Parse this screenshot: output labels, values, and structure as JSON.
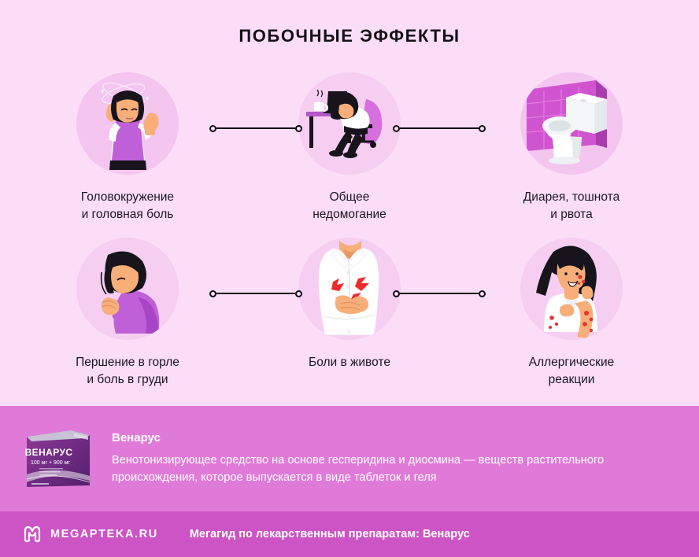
{
  "header": {
    "title": "ПОБОЧНЫЕ ЭФФЕКТЫ"
  },
  "effects": {
    "rows": [
      [
        {
          "id": "dizziness",
          "label": "Головокружение\nи головная боль",
          "icon": "woman-dizzy-headache-icon",
          "circle_color": "#F3C5EF"
        },
        {
          "id": "malaise",
          "label": "Общее\nнедомогание",
          "icon": "woman-tired-at-desk-icon",
          "circle_color": "#F6CEF2"
        },
        {
          "id": "diarrhea-nausea",
          "label": "Диарея, тошнота\nи рвота",
          "icon": "toilet-icon",
          "circle_color": "#F3C5EF"
        }
      ],
      [
        {
          "id": "throat-chest",
          "label": "Першение в горле\nи боль в груди",
          "icon": "woman-coughing-icon",
          "circle_color": "#F6CEF2"
        },
        {
          "id": "abdominal-pain",
          "label": "Боли в животе",
          "icon": "person-stomach-pain-icon",
          "circle_color": "#F6CEF2"
        },
        {
          "id": "allergic-reactions",
          "label": "Аллергические\nреакции",
          "icon": "woman-skin-rash-icon",
          "circle_color": "#F6CEF2"
        }
      ]
    ]
  },
  "product": {
    "name": "Венарус",
    "description": "Венотонизирующее средство на основе гесперидина и диосмина — веществ растительного происхождения, которое выпускается в виде таблеток и геля",
    "box": {
      "brand": "ВЕНАРУС",
      "dosage": "100 мг + 900 мг"
    },
    "band_color": "#E07AD8"
  },
  "footer": {
    "logo_icon": "megapteka-m-logo-icon",
    "brand": "MEGAPTEKA.RU",
    "caption": "Мегагид по лекарственным препаратам: Венарус",
    "band_color": "#CC54C4"
  },
  "theme": {
    "background": "#FBDDF8",
    "title_color": "#141118",
    "label_color": "#1c1620",
    "connector_color": "#0d0b10"
  }
}
